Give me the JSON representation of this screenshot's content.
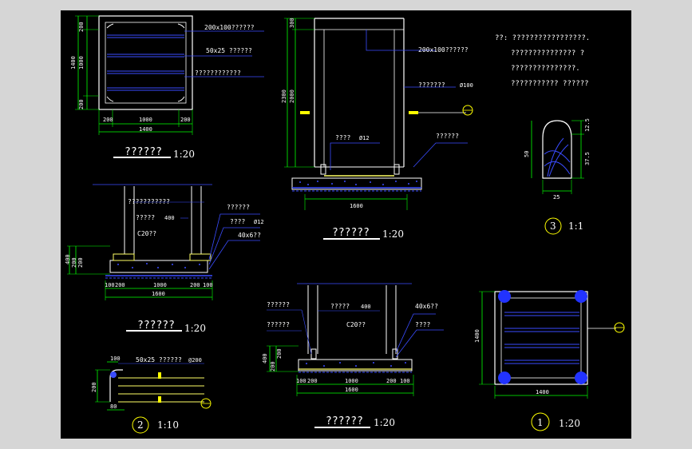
{
  "drawing": {
    "view1": {
      "dims_v": [
        "200",
        "1000",
        "200",
        "1400"
      ],
      "dims_h": [
        "200",
        "1000",
        "200",
        "1400"
      ],
      "labels": [
        "200x100??????",
        "50x25 ??????",
        "????????????"
      ],
      "title": "??????",
      "scale": "1:20"
    },
    "view2": {
      "dims_v": [
        "300",
        "2000",
        "2300"
      ],
      "labels": [
        "200x100??????",
        "???????",
        "Ø100",
        "????",
        "Ø12",
        "??????"
      ],
      "dim_bottom": "1600",
      "title": "??????",
      "scale": "1:20"
    },
    "notes": {
      "lines": [
        "??: ?????????????????.",
        "??????????????? ?",
        "???????????????.",
        "???????????     ??????"
      ]
    },
    "detail3": {
      "dims": [
        "12.5",
        "37.5",
        "50",
        "25"
      ],
      "marker": "3",
      "scale": "1:1"
    },
    "view3": {
      "labels": [
        "???????????",
        "?????",
        "400",
        "C20??",
        "??????",
        "????",
        "Ø12",
        "40x6??"
      ],
      "dims_v": [
        "400",
        "200",
        "200"
      ],
      "dims_h": [
        "100",
        "200",
        "1000",
        "200",
        "100",
        "1600"
      ],
      "title": "??????",
      "scale": "1:20"
    },
    "view4": {
      "labels": [
        "??????",
        "?????",
        "400",
        "40x6??",
        "??????",
        "C20??",
        "????"
      ],
      "dims_v": [
        "400",
        "200",
        "200"
      ],
      "dims_h": [
        "100",
        "200",
        "1000",
        "200",
        "100",
        "1600"
      ],
      "title": "??????",
      "scale": "1:20"
    },
    "detail2": {
      "labels": [
        "100",
        "50x25 ??????",
        "@200"
      ],
      "dims": [
        "200",
        "80"
      ],
      "marker": "2",
      "scale": "1:10"
    },
    "detail1": {
      "dims": [
        "1400",
        "1400"
      ],
      "marker": "1",
      "scale": "1:20"
    }
  }
}
